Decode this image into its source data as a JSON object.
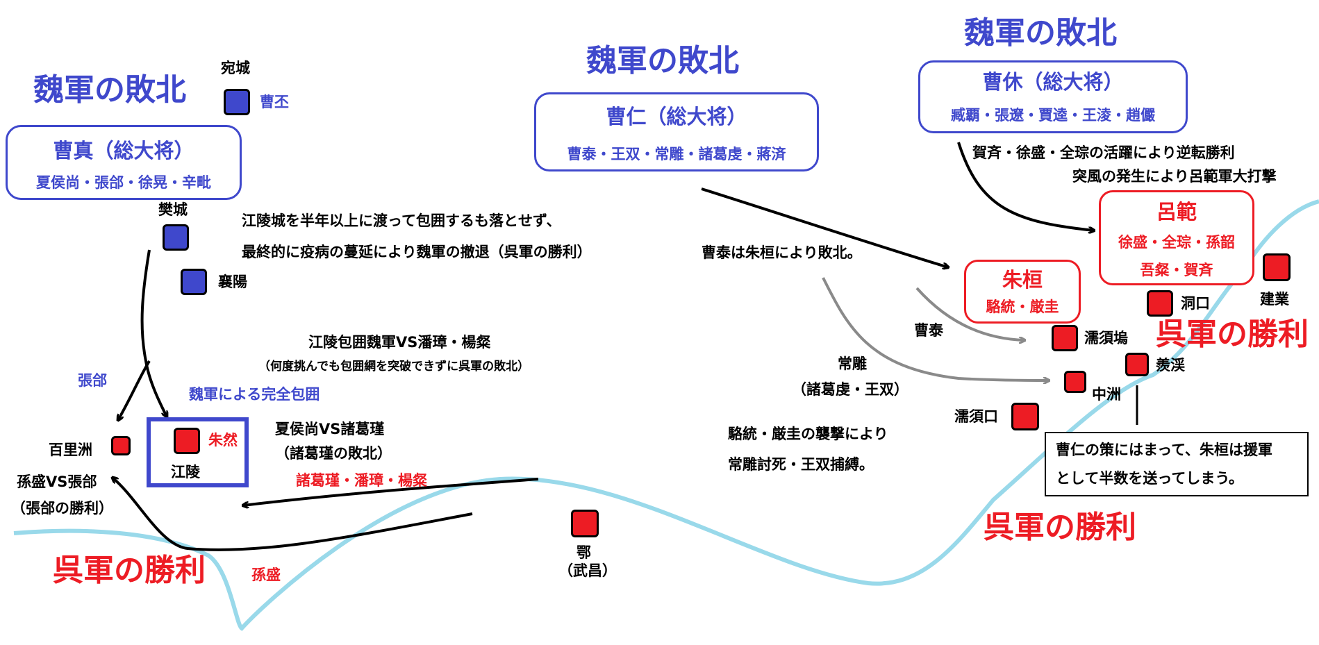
{
  "colors": {
    "wei_blue": "#3f48cc",
    "wu_red": "#ed1c24",
    "river": "#99d9ea",
    "arrow": "#000000",
    "arrow_gray": "#8a8a8a"
  },
  "west": {
    "defeat_title": "魏軍の敗北",
    "general": "曹真（総大将）",
    "officers": "夏侯尚・張郃・徐晃・辛毗",
    "siege_note_1": "江陵城を半年以上に渡って包囲するも落とせず、",
    "siege_note_2": "最終的に疫病の蔓延により魏軍の撤退（呉軍の勝利）",
    "encircle_vs": "江陵包囲魏軍VS潘璋・楊粲",
    "encircle_sub": "（何度挑んでも包囲網を突破できずに呉軍の敗北）",
    "full_siege": "魏軍による完全包囲",
    "xiahou_vs": "夏侯尚VS諸葛瑾",
    "xiahou_result": "（諸葛瑾の敗北）",
    "wu_commanders": "諸葛瑾・潘璋・楊粲",
    "zhang_he": "張郃",
    "sun_vs": "孫盛VS張郃",
    "sun_result": "（張郃の勝利）",
    "sun_sheng": "孫盛",
    "victory": "呉軍の勝利",
    "zhu_ran": "朱然"
  },
  "middle": {
    "defeat_title": "魏軍の敗北",
    "general": "曹仁（総大将）",
    "officers": "曹泰・王双・常雕・諸葛虔・蔣済",
    "caotai_note": "曹泰は朱桓により敗北。",
    "caotai_label": "曹泰",
    "changdiao": "常雕",
    "changdiao_sub": "（諸葛虔・王双）",
    "raid_1": "駱統・厳圭の襲撃により",
    "raid_2": "常雕討死・王双捕縛。",
    "zhu_huan": "朱桓",
    "zhu_huan_officers": "駱統・厳圭"
  },
  "east": {
    "defeat_title": "魏軍の敗北",
    "general": "曹休（総大将）",
    "officers": "臧覇・張遼・賈逵・王淩・趙儼",
    "reversal": "賀斉・徐盛・全琮の活躍により逆転勝利",
    "storm": "突風の発生により呂範軍大打撃",
    "lu_fan": "呂範",
    "lu_fan_officers_1": "徐盛・全琮・孫韶",
    "lu_fan_officers_2": "吾粲・賀斉",
    "victory_1": "呉軍の勝利",
    "victory_2": "呉軍の勝利",
    "note_1": "曹仁の策にはまって、朱桓は援軍",
    "note_2": "として半数を送ってしまう。"
  },
  "cities": {
    "wancheng": "宛城",
    "cao_pi": "曹丕",
    "fancheng": "樊城",
    "xiangyang": "襄陽",
    "jiangling": "江陵",
    "bailizhou": "百里洲",
    "e": "鄂",
    "e_sub": "（武昌）",
    "ruxuwu": "濡須塢",
    "ruxukou": "濡須口",
    "zhongzhou": "中洲",
    "xianxi": "羨渓",
    "dongkou": "洞口",
    "jianye": "建業"
  }
}
